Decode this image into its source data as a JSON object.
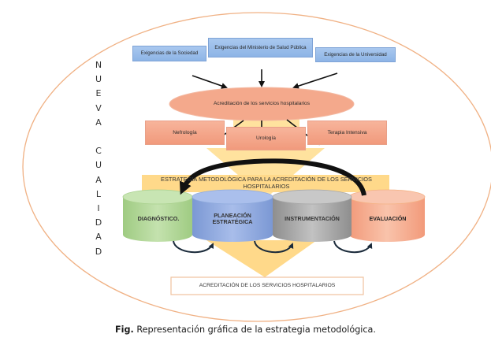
{
  "diagram": {
    "frame_label_letters": [
      "N",
      "U",
      "E",
      "V",
      "A",
      "",
      "C",
      "U",
      "A",
      "L",
      "I",
      "D",
      "A",
      "D"
    ],
    "frame_label": "NUEVA CUALIDAD",
    "requirements": [
      {
        "id": "sociedad",
        "label": "Exigencias de la Sociedad"
      },
      {
        "id": "ministerio",
        "label": "Exigencias del Ministerio de Salud Pública"
      },
      {
        "id": "universidad",
        "label": "Exigencias de la Universidad"
      }
    ],
    "central_ellipse": "Acreditación de los servicios hospitalarios",
    "services": [
      {
        "id": "nefrologia",
        "label": "Nefrología"
      },
      {
        "id": "urologia",
        "label": "Urología"
      },
      {
        "id": "terapia",
        "label": "Terapia Intensiva"
      }
    ],
    "strategy_banner": "ESTRATEGIA METODOLÓGICA PARA LA ACREDITACIÓN DE LOS SERVICIOS HOSPITALARIOS",
    "stages": [
      {
        "id": "diagnostico",
        "label": "DIAGNÓSTICO.",
        "color": "#a9d18e"
      },
      {
        "id": "planeacion",
        "label": "PLANEACIÓN ESTRATÉGICA",
        "color": "#8faadc"
      },
      {
        "id": "instrumentacion",
        "label": "INSTRUMENTACIÓN",
        "color": "#a6a6a6"
      },
      {
        "id": "evaluacion",
        "label": "EVALUACIÓN",
        "color": "#f4b183"
      }
    ],
    "result_box": "ACREDITACIÓN DE LOS SERVICIOS HOSPITALARIOS"
  },
  "colors": {
    "outer_ellipse": "#f0b184",
    "funnel": "#ffd98a",
    "blue_box": "#9dbfec",
    "salmon": "#f4a98c"
  },
  "caption": {
    "prefix": "Fig.",
    "text": " Representación gráfica de la estrategia metodológica."
  }
}
